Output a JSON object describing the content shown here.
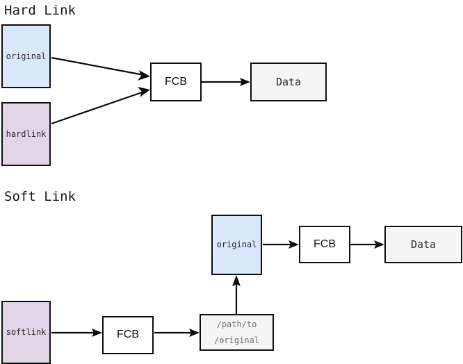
{
  "diagram": {
    "title_hard": "Hard Link",
    "title_soft": "Soft Link",
    "colors": {
      "blue_fill": "#dae8fc",
      "purple_fill": "#e1d5e7",
      "gray_fill": "#f5f5f5",
      "white_fill": "#ffffff",
      "stroke": "#0f0f0f",
      "muted_text": "#6e6e6e",
      "text": "#2b2b2b"
    }
  },
  "hard_link": {
    "title": "Hard Link",
    "nodes": {
      "original": "original",
      "hardlink": "hardlink",
      "fcb": "FCB",
      "data": "Data"
    },
    "edges": [
      {
        "from": "original",
        "to": "fcb"
      },
      {
        "from": "hardlink",
        "to": "fcb"
      },
      {
        "from": "fcb",
        "to": "data"
      }
    ]
  },
  "soft_link": {
    "title": "Soft Link",
    "nodes": {
      "softlink": "softlink",
      "fcb_link": "FCB",
      "path": "/path/to\n/original",
      "original": "original",
      "fcb_target": "FCB",
      "data": "Data"
    },
    "edges": [
      {
        "from": "softlink",
        "to": "fcb_link"
      },
      {
        "from": "fcb_link",
        "to": "path"
      },
      {
        "from": "path",
        "to": "original"
      },
      {
        "from": "original",
        "to": "fcb_target"
      },
      {
        "from": "fcb_target",
        "to": "data"
      }
    ]
  }
}
